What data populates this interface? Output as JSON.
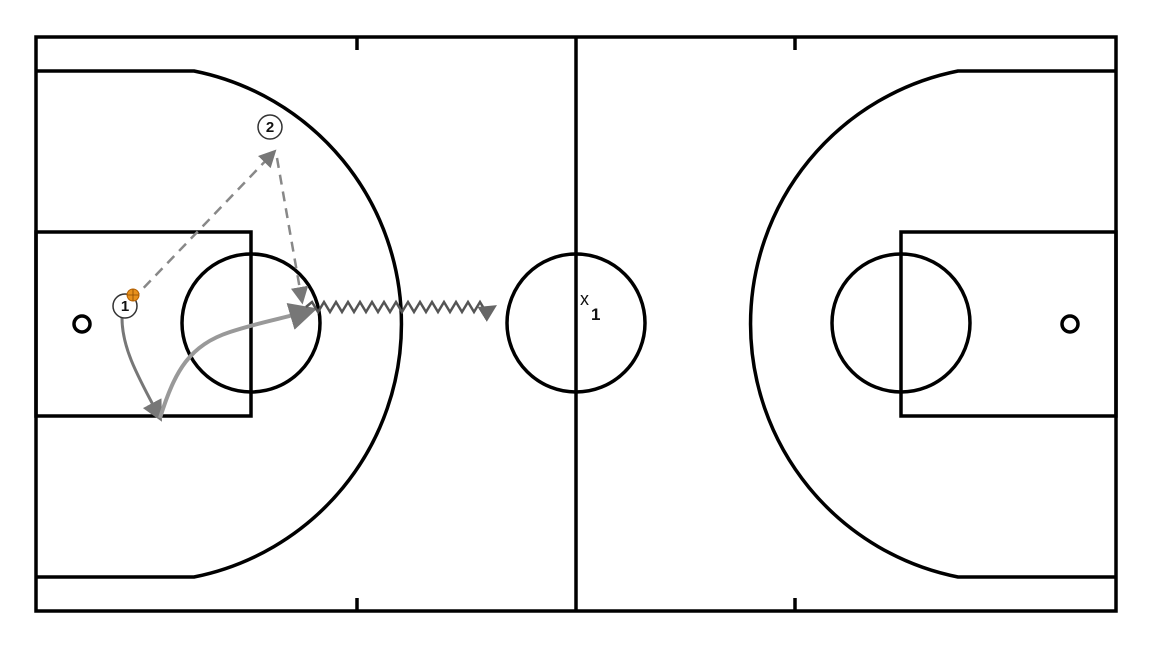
{
  "court": {
    "line_color": "#000000",
    "background": "#ffffff"
  },
  "players": {
    "offense": [
      {
        "label": "1",
        "has_ball": true
      },
      {
        "label": "2",
        "has_ball": false
      }
    ],
    "defense": [
      {
        "symbol": "x",
        "number": "1"
      }
    ]
  },
  "actions": [
    {
      "type": "pass",
      "from": "1",
      "to": "2",
      "style": "dashed"
    },
    {
      "type": "pass",
      "from": "2",
      "to": "1",
      "style": "dashed"
    },
    {
      "type": "cut",
      "player": "1",
      "style": "curved-arrow"
    },
    {
      "type": "dribble",
      "player": "1",
      "style": "zigzag"
    }
  ],
  "colors": {
    "ball": "#e8911c",
    "pass_line": "#888888",
    "cut_line": "#777777",
    "dribble_line": "#555555"
  }
}
